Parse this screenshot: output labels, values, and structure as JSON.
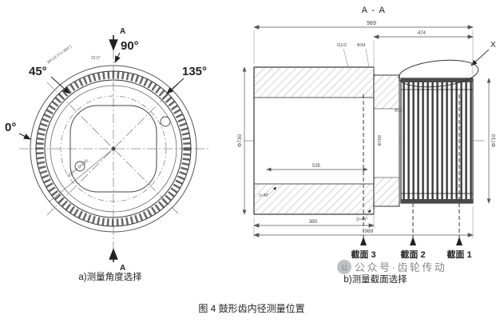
{
  "figure": {
    "caption": "图 4  鼓形齿内径测量位置"
  },
  "left_view": {
    "caption": "a)测量角度选择",
    "section_letter_top": "A",
    "section_letter_bottom": "A",
    "angles": {
      "a0": "0°",
      "a45": "45°",
      "a90": "90°",
      "a135": "135°"
    },
    "notes": {
      "teeth_count": "36×22.5°(=360°)",
      "angle_step": "22.5°",
      "thread": "M24×4-6H(36)"
    }
  },
  "right_view": {
    "title": "A - A",
    "caption": "b)测量截面选择",
    "detail_label": "X",
    "dims": {
      "top_overall": "989",
      "top_segment": "474",
      "hole": "Φ34",
      "thread": "G1/2",
      "left_dia": "Φ730",
      "right_dia": "Φ710",
      "inner_dia": "Φ700",
      "bore": "Φ72",
      "length_mid": "535",
      "bottom_segment": "380",
      "bottom_overall": "989",
      "chamfer_a": "2×45°",
      "chamfer_b": "1×45°"
    },
    "sections": {
      "s3": "截面 3",
      "s2": "截面 2",
      "s1": "截面 1"
    }
  },
  "watermark": {
    "icon": "公",
    "text": "公众号·齿轮传动"
  }
}
